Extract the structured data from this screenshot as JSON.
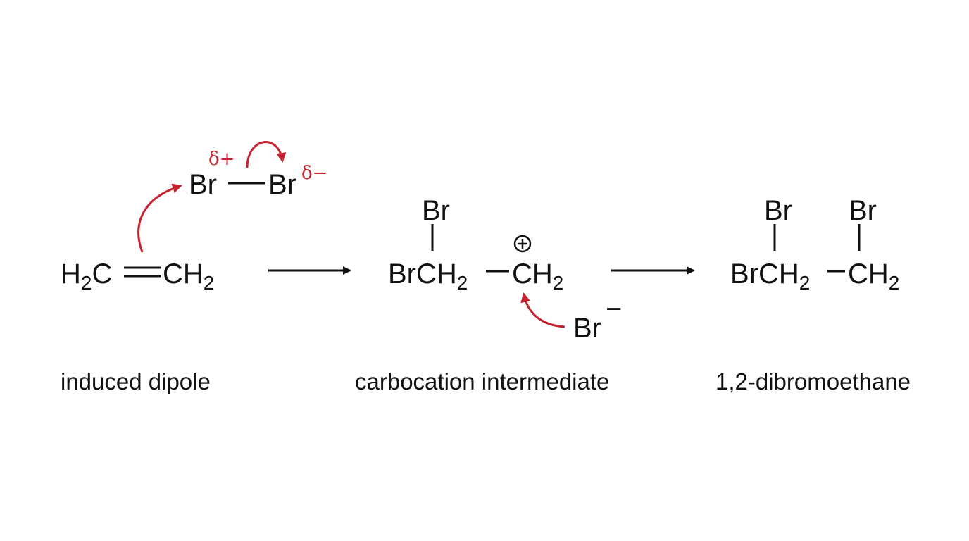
{
  "colors": {
    "ink": "#111111",
    "arrow_red": "#c4232f",
    "background": "#ffffff"
  },
  "step1": {
    "ethene_left": {
      "main": "H",
      "sub": "2",
      "tail": "C"
    },
    "ethene_right": {
      "main": "CH",
      "sub": "2"
    },
    "br_left": "Br",
    "br_right": "Br",
    "charge_plus": "δ+",
    "charge_minus": "δ−",
    "caption": "induced dipole"
  },
  "step2": {
    "top_br": "Br",
    "left_group": {
      "main": "BrCH",
      "sub": "2"
    },
    "right_group": {
      "main": "CH",
      "sub": "2"
    },
    "cation_symbol": "+",
    "bromide": "Br",
    "bromide_charge": "−",
    "caption": "carbocation intermediate"
  },
  "step3": {
    "top_br_1": "Br",
    "top_br_2": "Br",
    "left_group": {
      "main": "BrCH",
      "sub": "2"
    },
    "right_group": {
      "main": "CH",
      "sub": "2"
    },
    "caption": "1,2-dibromoethane"
  }
}
